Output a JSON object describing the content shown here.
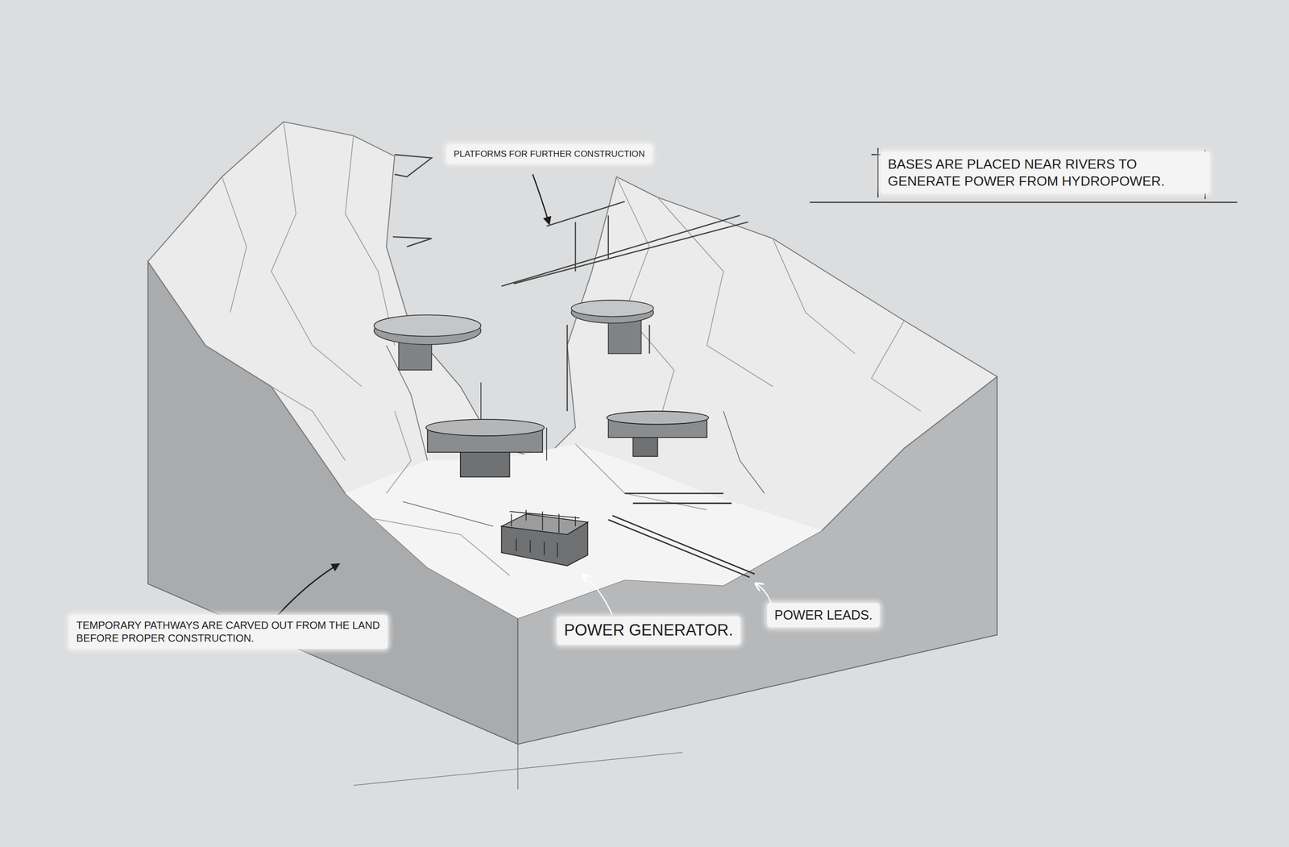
{
  "diagram": {
    "labels": [
      "PLATFORMS FOR FURTHER CONSTRUCTION",
      "BASES ARE PLACED NEAR RIVERS TO GENERATE POWER FROM HYDROPOWER.",
      "TEMPORARY PATHWAYS ARE CARVED OUT FROM THE LAND BEFORE PROPER CONSTRUCTION.",
      "POWER GENERATOR.",
      "POWER LEADS."
    ]
  }
}
